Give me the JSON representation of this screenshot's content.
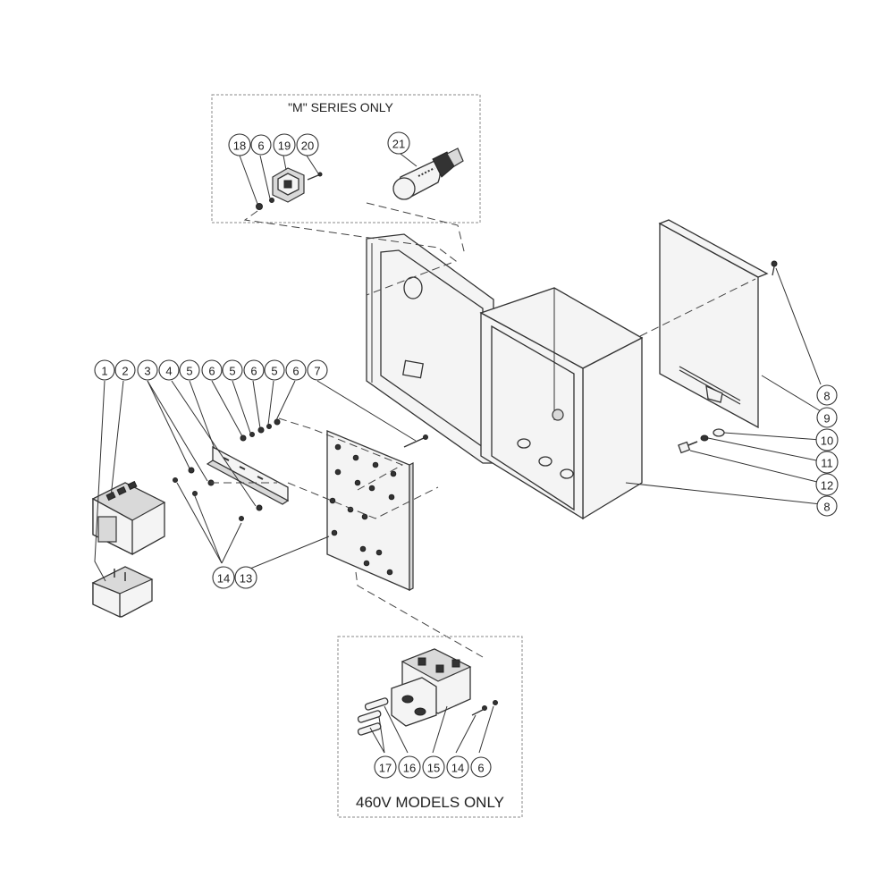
{
  "boxes": {
    "m_series_title": "\"M\" SERIES ONLY",
    "v460_title": "460V MODELS ONLY"
  },
  "callouts": [
    {
      "id": "c1",
      "label": "1"
    },
    {
      "id": "c2",
      "label": "2"
    },
    {
      "id": "c3",
      "label": "3"
    },
    {
      "id": "c4",
      "label": "4"
    },
    {
      "id": "c5a",
      "label": "5"
    },
    {
      "id": "c6a",
      "label": "6"
    },
    {
      "id": "c5b",
      "label": "5"
    },
    {
      "id": "c6b",
      "label": "6"
    },
    {
      "id": "c5c",
      "label": "5"
    },
    {
      "id": "c6c",
      "label": "6"
    },
    {
      "id": "c7",
      "label": "7"
    },
    {
      "id": "c8a",
      "label": "8"
    },
    {
      "id": "c9",
      "label": "9"
    },
    {
      "id": "c10",
      "label": "10"
    },
    {
      "id": "c11",
      "label": "11"
    },
    {
      "id": "c12",
      "label": "12"
    },
    {
      "id": "c8b",
      "label": "8"
    },
    {
      "id": "c14a",
      "label": "14"
    },
    {
      "id": "c13",
      "label": "13"
    },
    {
      "id": "c18",
      "label": "18"
    },
    {
      "id": "c6d",
      "label": "6"
    },
    {
      "id": "c19",
      "label": "19"
    },
    {
      "id": "c20",
      "label": "20"
    },
    {
      "id": "c21",
      "label": "21"
    },
    {
      "id": "c17",
      "label": "17"
    },
    {
      "id": "c16",
      "label": "16"
    },
    {
      "id": "c15",
      "label": "15"
    },
    {
      "id": "c14b",
      "label": "14"
    },
    {
      "id": "c6e",
      "label": "6"
    }
  ]
}
